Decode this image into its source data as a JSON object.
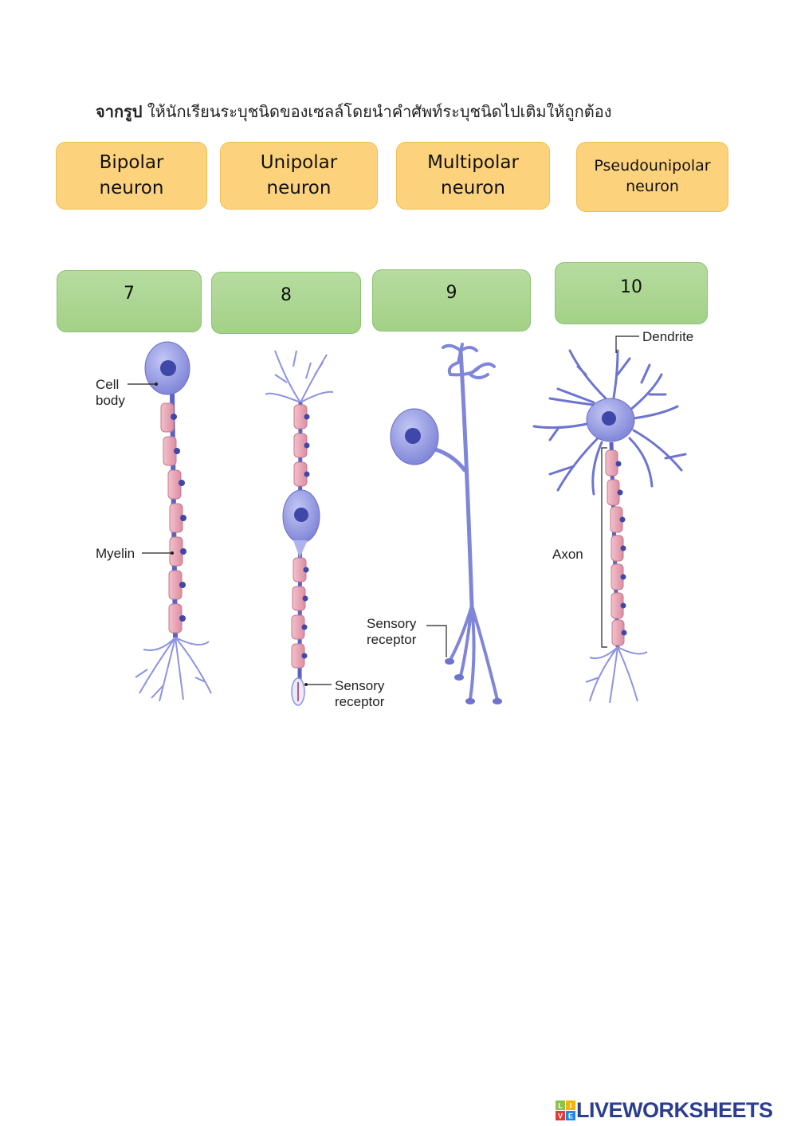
{
  "instruction": {
    "bold": "จากรูป",
    "text": " ให้นักเรียนระบุชนิดของเซลล์โดยนำคำศัพท์ระบุชนิดไปเติมให้ถูกต้อง"
  },
  "word_bank": [
    {
      "line1": "Bipolar",
      "line2": "neuron"
    },
    {
      "line1": "Unipolar",
      "line2": "neuron"
    },
    {
      "line1": "Multipolar",
      "line2": "neuron"
    },
    {
      "line1": "Pseudounipolar",
      "line2": "neuron"
    }
  ],
  "answer_slots": [
    "7",
    "8",
    "9",
    "10"
  ],
  "labels": {
    "cell_body_1": "Cell",
    "cell_body_2": "body",
    "myelin": "Myelin",
    "sensory_a_1": "Sensory",
    "sensory_a_2": "receptor",
    "sensory_b_1": "Sensory",
    "sensory_b_2": "receptor",
    "dendrite": "Dendrite",
    "axon": "Axon"
  },
  "brand": {
    "text": "LIVEWORKSHEETS",
    "logo_letters": "LIVE"
  },
  "colors": {
    "word_fill": "#fdd27d",
    "slot_fill": "#a8d48e",
    "cell": "#8d93e0",
    "myelin": "#e8a3b4",
    "brand": "#2c3e8f"
  }
}
